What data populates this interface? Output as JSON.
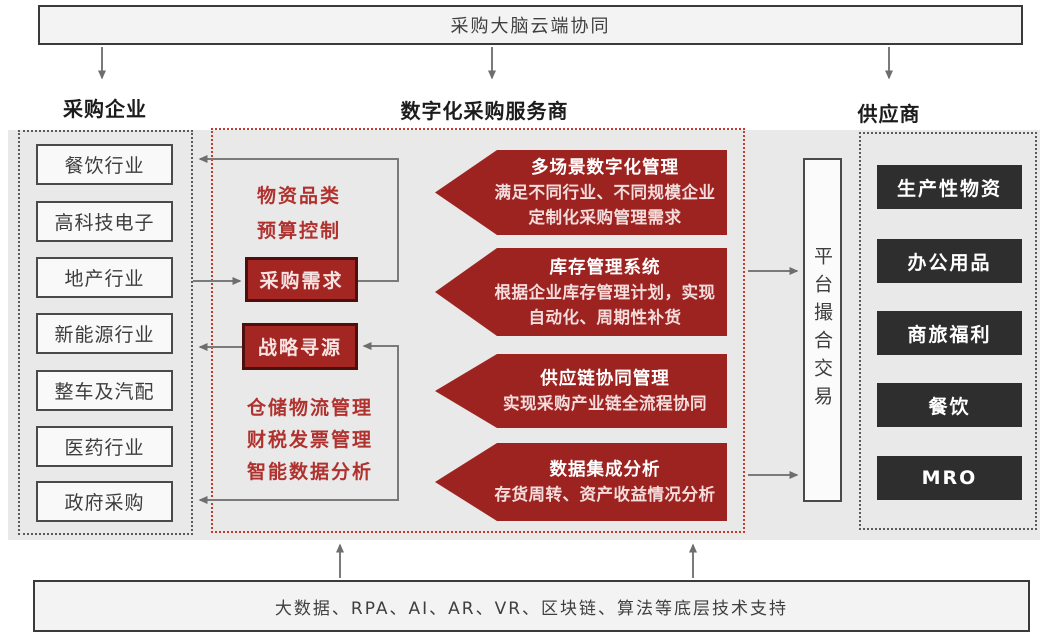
{
  "top_banner": {
    "label": "采购大脑云端协同"
  },
  "bottom_banner": {
    "label": "大数据、RPA、AI、AR、VR、区块链、算法等底层技术支持"
  },
  "headers": {
    "buyers": "采购企业",
    "provider": "数字化采购服务商",
    "suppliers": "供应商"
  },
  "buyers": {
    "items": [
      "餐饮行业",
      "高科技电子",
      "地产行业",
      "新能源行业",
      "整车及汽配",
      "医药行业",
      "政府采购"
    ]
  },
  "process": {
    "notes_top": [
      "物资品类",
      "预算控制"
    ],
    "boxes": [
      "采购需求",
      "战略寻源"
    ],
    "notes_bottom": [
      "仓储物流管理",
      "财税发票管理",
      "智能数据分析"
    ]
  },
  "services": [
    {
      "title": "多场景数字化管理",
      "body": "满足不同行业、不同规模企业定制化采购管理需求"
    },
    {
      "title": "库存管理系统",
      "body": "根据企业库存管理计划，实现自动化、周期性补货"
    },
    {
      "title": "供应链协同管理",
      "body": "实现采购产业链全流程协同"
    },
    {
      "title": "数据集成分析",
      "body": "存货周转、资产收益情况分析"
    }
  ],
  "platform": {
    "label": "平台撮合交易"
  },
  "suppliers": {
    "items": [
      "生产性物资",
      "办公用品",
      "商旅福利",
      "餐饮",
      "MRO"
    ]
  },
  "colors": {
    "accent_red": "#9d2321",
    "red_text": "#b0322f",
    "panel_gray": "#e9e9e9",
    "dark_box": "#2e2e2e",
    "connector_gray": "#767676"
  }
}
